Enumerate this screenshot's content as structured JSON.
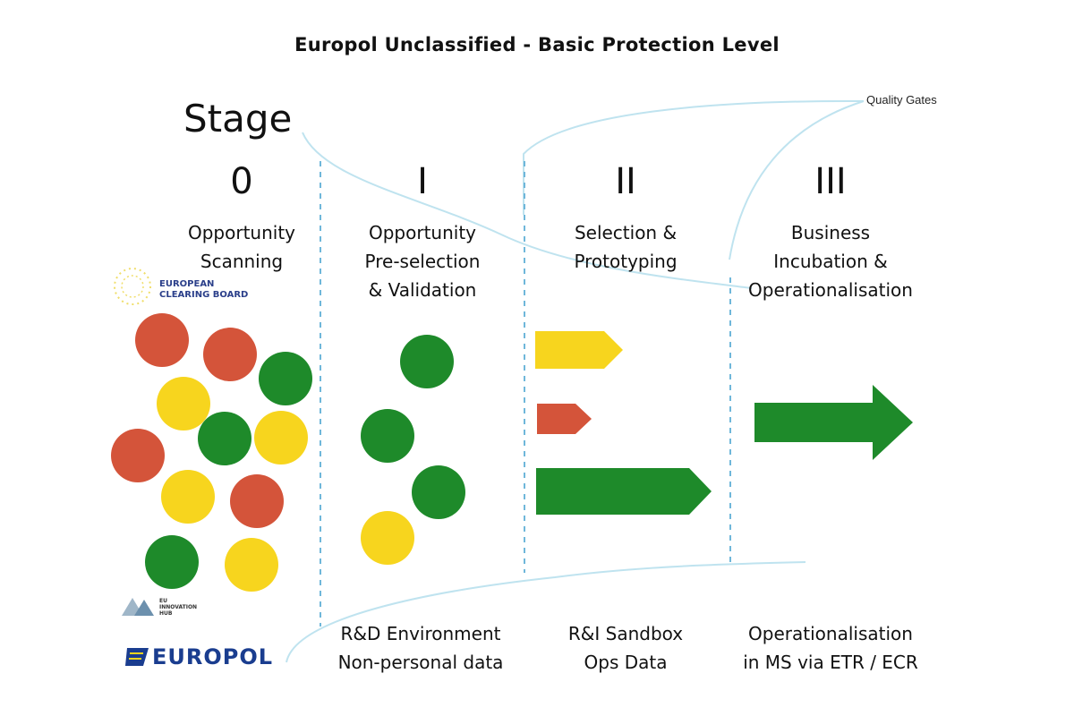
{
  "header": {
    "classification": "Europol Unclassified - Basic Protection Level"
  },
  "diagram": {
    "stage_label": "Stage",
    "quality_gates_label": "Quality Gates",
    "stages": [
      {
        "numeral": "0",
        "title_lines": [
          "Opportunity",
          "Scanning"
        ]
      },
      {
        "numeral": "I",
        "title_lines": [
          "Opportunity",
          "Pre-selection",
          "& Validation"
        ]
      },
      {
        "numeral": "II",
        "title_lines": [
          "Selection &",
          "Prototyping"
        ]
      },
      {
        "numeral": "III",
        "title_lines": [
          "Business",
          "Incubation &",
          "Operationalisation"
        ]
      }
    ],
    "environments": [
      {
        "lines": [
          "R&D Environment",
          "Non-personal data"
        ]
      },
      {
        "lines": [
          "R&I Sandbox",
          "Ops Data"
        ]
      },
      {
        "lines": [
          "Operationalisation",
          "in MS via ETR / ECR"
        ]
      }
    ],
    "colors": {
      "red": "#d4543a",
      "yellow": "#f7d51e",
      "green": "#1e8a2a",
      "divider": "#6fb7da",
      "curve": "#bfe3ef"
    }
  },
  "logos": {
    "european_clearing_board": [
      "EUROPEAN",
      "CLEARING BOARD"
    ],
    "eu_innovation_hub": [
      "EU",
      "INNOVATION",
      "HUB"
    ],
    "europol": "EUROPOL"
  }
}
